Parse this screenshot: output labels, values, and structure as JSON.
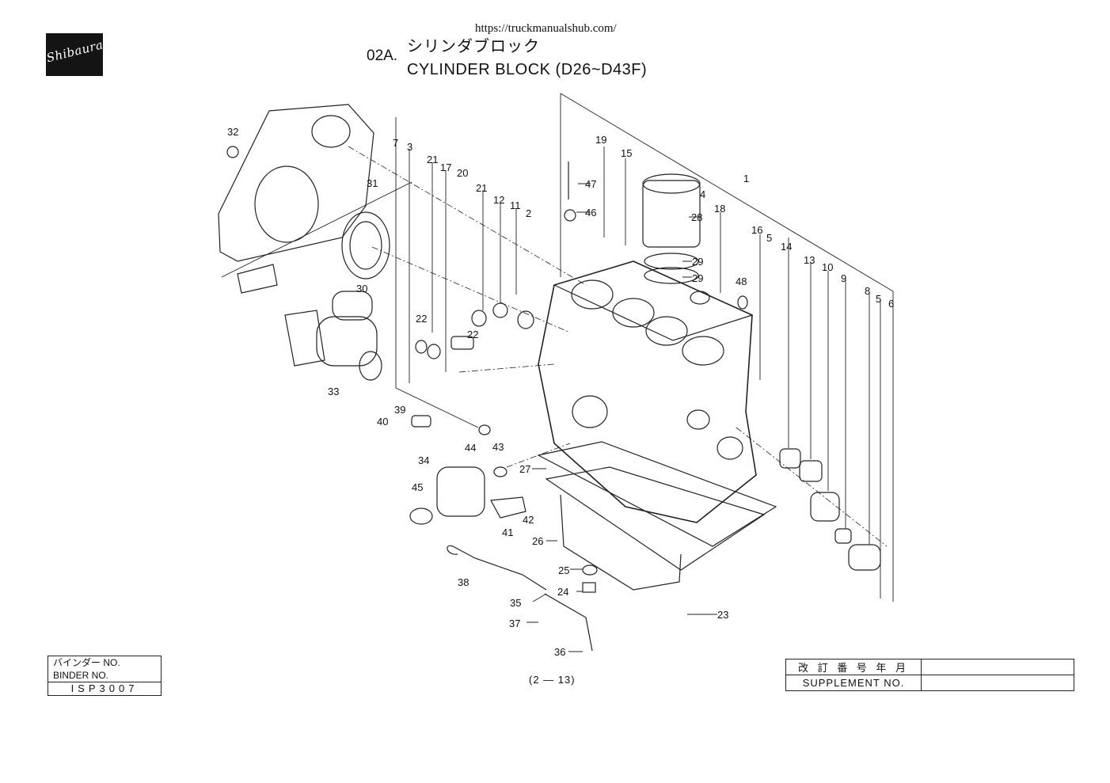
{
  "header": {
    "logo_text": "Shibaura",
    "url": "https://truckmanualshub.com/",
    "section_no": "02A.",
    "title_jp": "シリンダブロック",
    "title_en": "CYLINDER BLOCK (D26~D43F)"
  },
  "callouts": {
    "c1": "1",
    "c2": "2",
    "c3": "3",
    "c4": "4",
    "c5a": "5",
    "c5b": "5",
    "c6": "6",
    "c7": "7",
    "c8": "8",
    "c9": "9",
    "c10": "10",
    "c11": "11",
    "c12": "12",
    "c13": "13",
    "c14": "14",
    "c15": "15",
    "c16": "16",
    "c17": "17",
    "c18": "18",
    "c19": "19",
    "c20": "20",
    "c21a": "21",
    "c21b": "21",
    "c22a": "22",
    "c22b": "22",
    "c23": "23",
    "c24": "24",
    "c25": "25",
    "c26": "26",
    "c27": "27",
    "c28": "28",
    "c29a": "29",
    "c29b": "29",
    "c30": "30",
    "c31": "31",
    "c32": "32",
    "c33": "33",
    "c34": "34",
    "c35": "35",
    "c36": "36",
    "c37": "37",
    "c38": "38",
    "c39": "39",
    "c40": "40",
    "c41": "41",
    "c42": "42",
    "c43": "43",
    "c44": "44",
    "c45": "45",
    "c46": "46",
    "c47": "47",
    "c48": "48"
  },
  "footer": {
    "binder_label_jp": "バインダー NO.",
    "binder_label_en": "BINDER NO.",
    "binder_value": "ISP3007",
    "page_number": "(2 — 13)",
    "supplement_label_jp": "改 訂 番 号 年 月",
    "supplement_label_en": "SUPPLEMENT NO.",
    "supplement_value_jp": "",
    "supplement_value_en": ""
  }
}
